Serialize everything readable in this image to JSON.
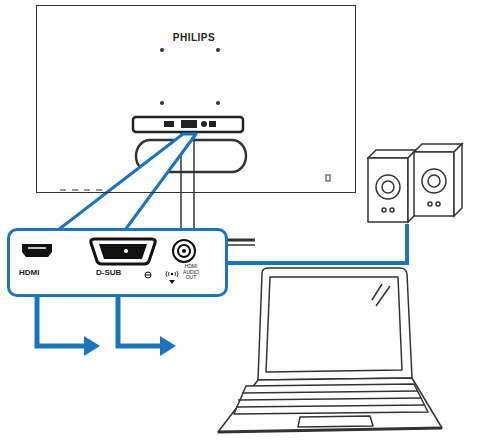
{
  "diagram": {
    "nodes": [
      {
        "text": [
          "PHILIPS"
        ]
      },
      {
        "text": [
          "HDMI",
          "D-SUB",
          "HDMI AUDIO OUT"
        ]
      }
    ]
  }
}
